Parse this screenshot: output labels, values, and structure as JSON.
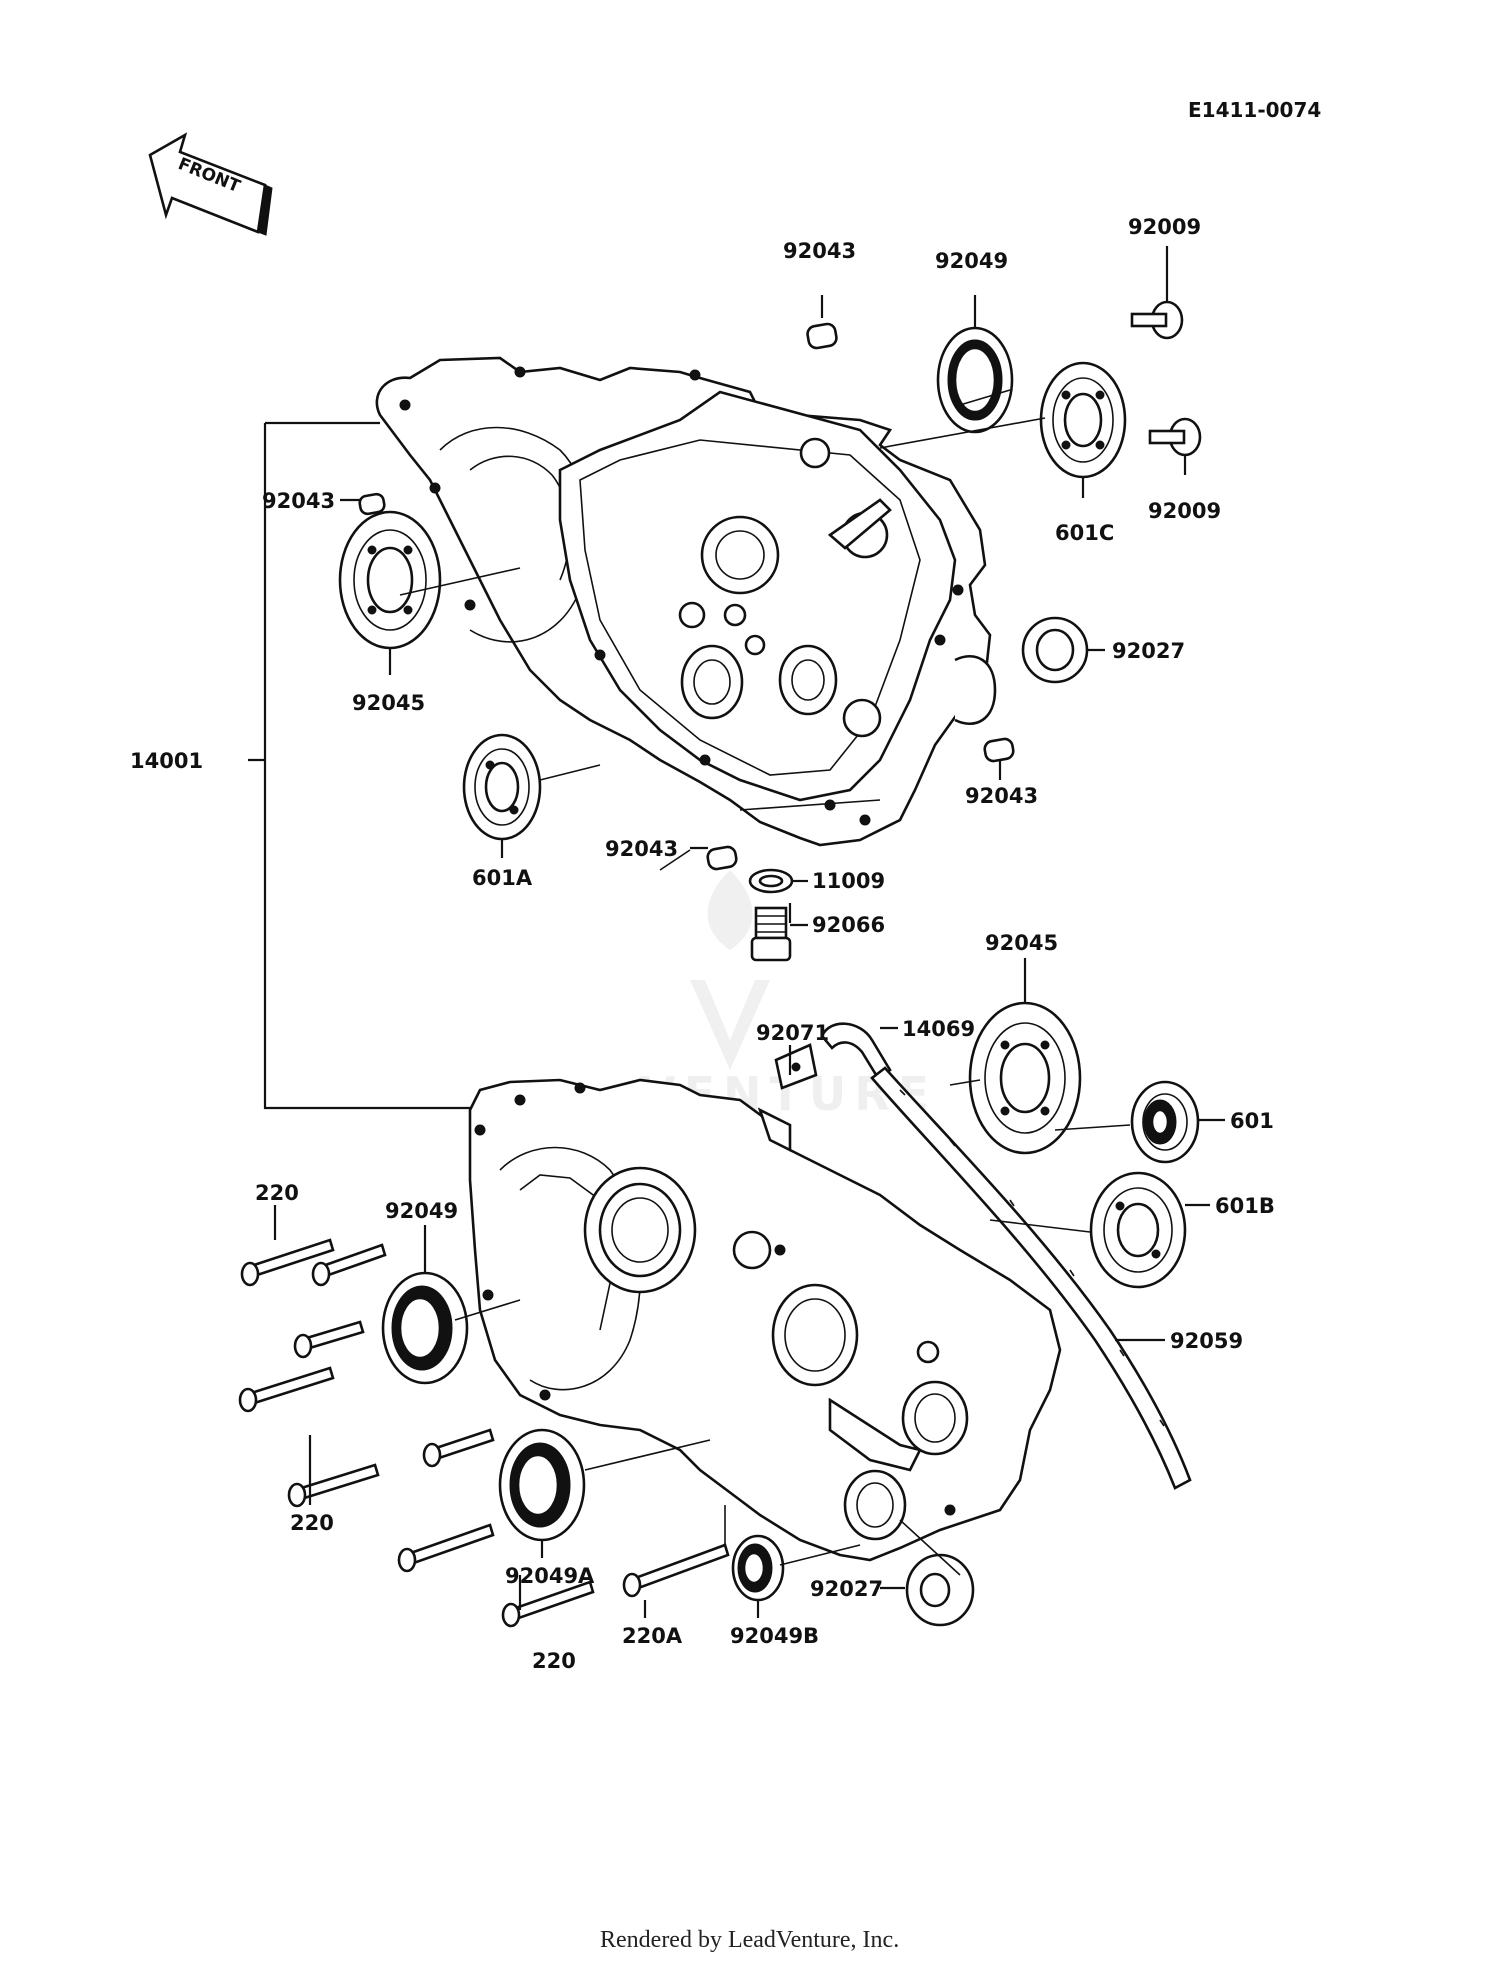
{
  "drawing_id": "E1411-0074",
  "front_label": "FRONT",
  "watermark": "VENTURE",
  "footer": "Rendered by LeadVenture, Inc.",
  "labels": {
    "p92043_top": "92043",
    "p92049_top": "92049",
    "p92009_top": "92009",
    "p92009_mid": "92009",
    "p601C": "601C",
    "p92043_left": "92043",
    "p92027_right": "92027",
    "p92045_left": "92045",
    "p14001": "14001",
    "p601A": "601A",
    "p92043_right": "92043",
    "p92043_lower": "92043",
    "p11009": "11009",
    "p92066": "92066",
    "p92045_right": "92045",
    "p92071": "92071",
    "p14069": "14069",
    "p601": "601",
    "p601B": "601B",
    "p220_top": "220",
    "p92049_left": "92049",
    "p92059": "92059",
    "p220_mid": "220",
    "p92049A": "92049A",
    "p220A": "220A",
    "p92049B": "92049B",
    "p92027_bottom": "92027",
    "p220_bottom": "220"
  }
}
